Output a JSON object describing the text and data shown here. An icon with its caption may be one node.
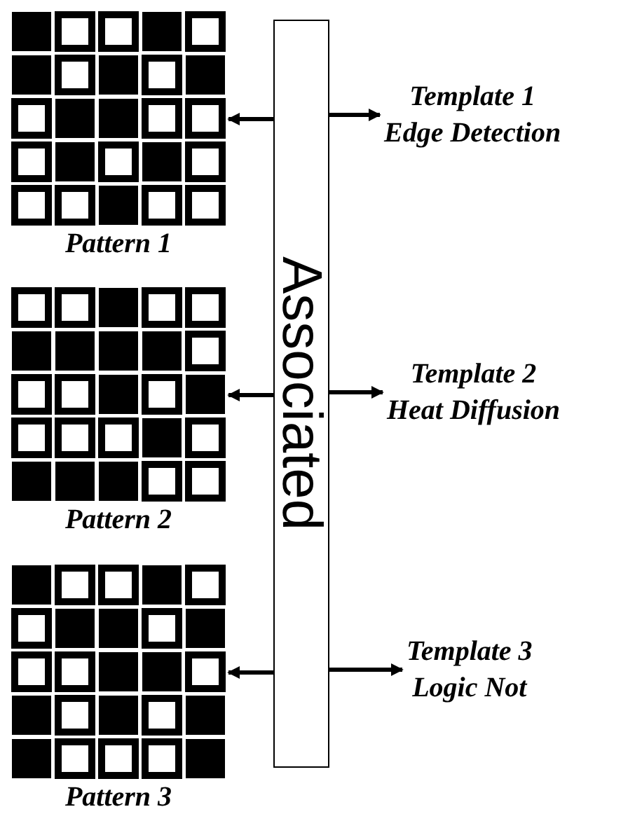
{
  "diagram": {
    "nodes": [
      {
        "text": [
          "Pattern 1"
        ]
      },
      {
        "text": [
          "Associated"
        ]
      },
      {
        "text": [
          "Template 1",
          "Edge Detection"
        ]
      },
      {
        "text": [
          "Pattern 2"
        ]
      },
      {
        "text": [
          "Template 2",
          "Heat Diffusion"
        ]
      },
      {
        "text": [
          "Pattern 3"
        ]
      },
      {
        "text": [
          "Template 3",
          "Logic Not"
        ]
      }
    ],
    "edges": [
      {
        "from": 1,
        "to": 0,
        "arrow": "to"
      },
      {
        "from": 1,
        "to": 2,
        "arrow": "to"
      },
      {
        "from": 1,
        "to": 3,
        "arrow": "to"
      },
      {
        "from": 1,
        "to": 4,
        "arrow": "to"
      },
      {
        "from": 1,
        "to": 5,
        "arrow": "to"
      },
      {
        "from": 1,
        "to": 6,
        "arrow": "to"
      }
    ]
  }
}
